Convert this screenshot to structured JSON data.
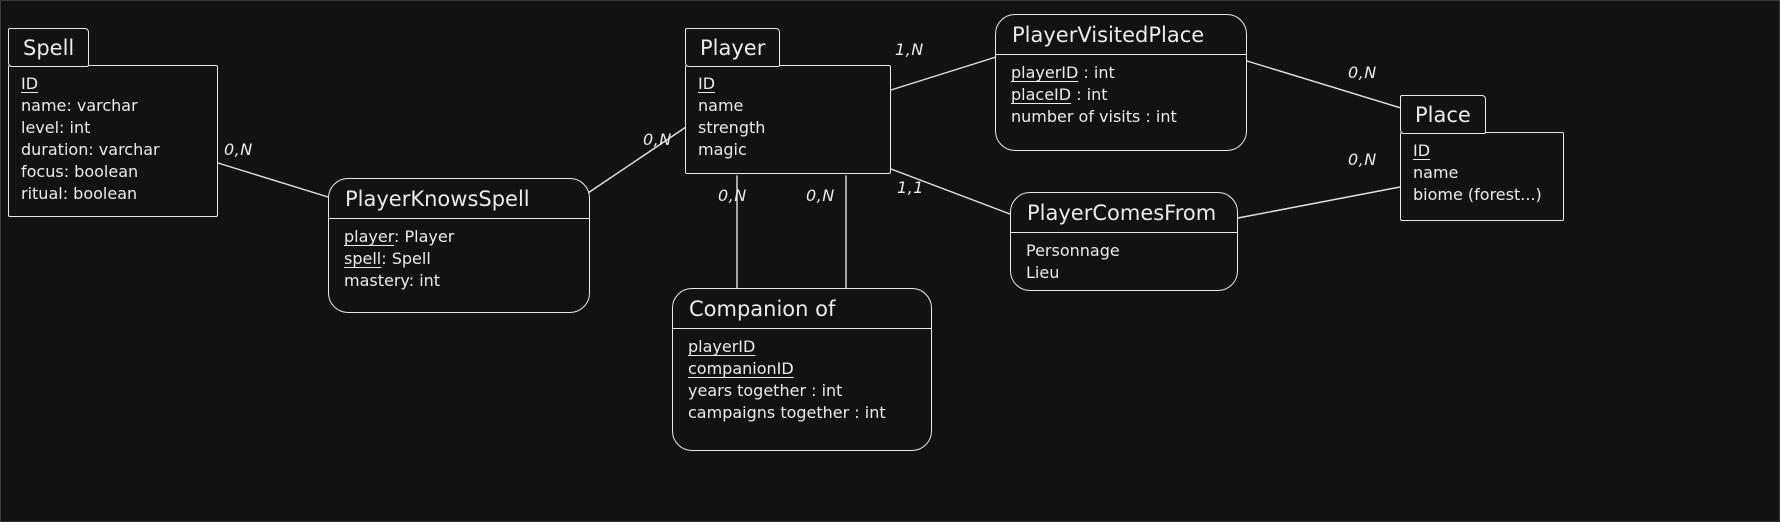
{
  "diagram": {
    "background": "#121212",
    "stroke": "#eaeaea"
  },
  "entities": {
    "spell": {
      "title": "Spell",
      "attributes": [
        {
          "key": "ID",
          "rest": ""
        },
        {
          "key": "",
          "rest": "name: varchar"
        },
        {
          "key": "",
          "rest": "level: int"
        },
        {
          "key": "",
          "rest": "duration: varchar"
        },
        {
          "key": "",
          "rest": "focus: boolean"
        },
        {
          "key": "",
          "rest": "ritual: boolean"
        }
      ]
    },
    "player": {
      "title": "Player",
      "attributes": [
        {
          "key": "ID",
          "rest": ""
        },
        {
          "key": "",
          "rest": "name"
        },
        {
          "key": "",
          "rest": "strength"
        },
        {
          "key": "",
          "rest": "magic"
        }
      ]
    },
    "place": {
      "title": "Place",
      "attributes": [
        {
          "key": "ID",
          "rest": ""
        },
        {
          "key": "",
          "rest": "name"
        },
        {
          "key": "",
          "rest": "biome (forest...)"
        }
      ]
    }
  },
  "relationships": {
    "playerKnowsSpell": {
      "title": "PlayerKnowsSpell",
      "attributes": [
        {
          "key": "player",
          "rest": ": Player"
        },
        {
          "key": "spell",
          "rest": ": Spell"
        },
        {
          "key": "",
          "rest": "mastery: int"
        }
      ]
    },
    "playerVisitedPlace": {
      "title": "PlayerVisitedPlace",
      "attributes": [
        {
          "key": "playerID",
          "rest": " : int"
        },
        {
          "key": "placeID",
          "rest": " : int"
        },
        {
          "key": "",
          "rest": "number of visits : int"
        }
      ]
    },
    "playerComesFrom": {
      "title": "PlayerComesFrom",
      "attributes": [
        {
          "key": "",
          "rest": "Personnage"
        },
        {
          "key": "",
          "rest": "Lieu"
        }
      ]
    },
    "companionOf": {
      "title": "Companion of",
      "attributes": [
        {
          "key": "playerID",
          "rest": ""
        },
        {
          "key": "companionID",
          "rest": ""
        },
        {
          "key": "",
          "rest": "years together : int"
        },
        {
          "key": "",
          "rest": "campaigns together : int"
        }
      ]
    }
  },
  "connections": [
    {
      "from": "Spell",
      "to": "PlayerKnowsSpell",
      "label": "0,N"
    },
    {
      "from": "PlayerKnowsSpell",
      "to": "Player",
      "label": "0,N"
    },
    {
      "from": "Player",
      "to": "PlayerVisitedPlace",
      "label": "1,N"
    },
    {
      "from": "PlayerVisitedPlace",
      "to": "Place",
      "label": "0,N"
    },
    {
      "from": "Player",
      "to": "PlayerComesFrom",
      "label": "1,1"
    },
    {
      "from": "PlayerComesFrom",
      "to": "Place",
      "label": "0,N"
    },
    {
      "from": "Player",
      "to": "Companion of",
      "label": "0,N"
    },
    {
      "from": "Player",
      "to": "Companion of",
      "label": "0,N"
    }
  ]
}
